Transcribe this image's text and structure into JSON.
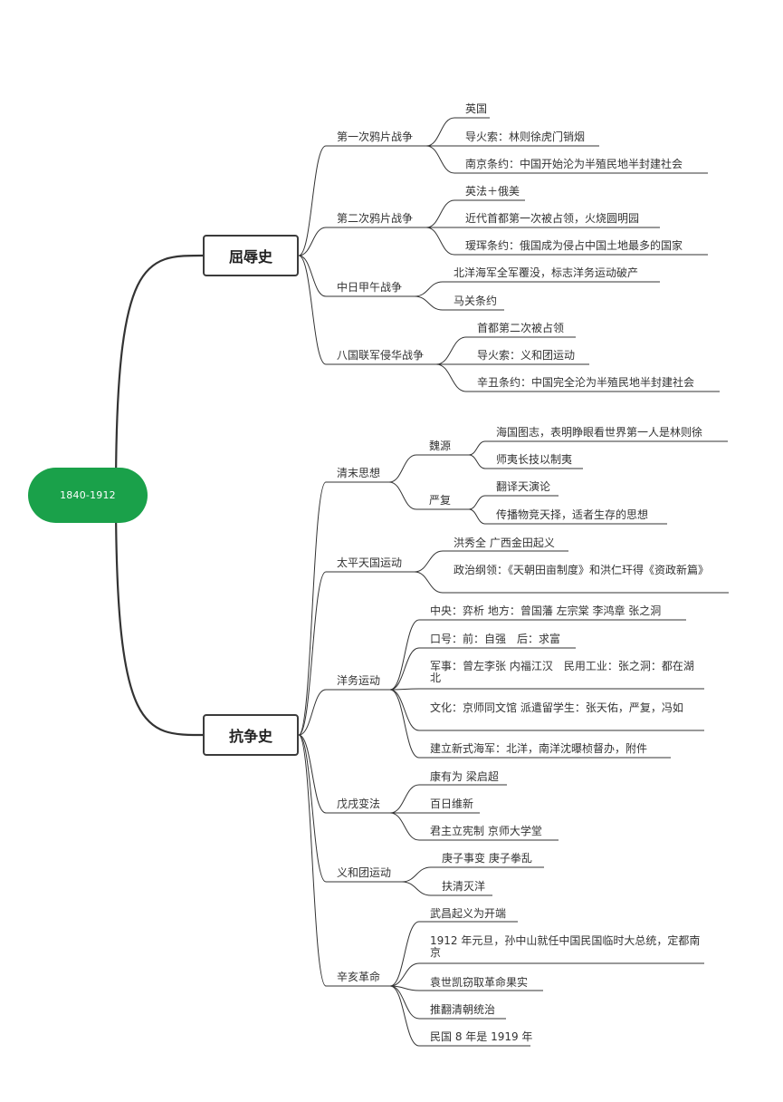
{
  "colors": {
    "root_fill": "#1aa14a",
    "line": "#333333",
    "main_border": "#3b3b3b"
  },
  "root": {
    "label": "1840-1912"
  },
  "branches": [
    {
      "label": "屈辱史",
      "children": [
        {
          "label": "第一次鸦片战争",
          "children": [
            {
              "label": "英国"
            },
            {
              "label": "导火索：林则徐虎门销烟"
            },
            {
              "label": "南京条约：中国开始沦为半殖民地半封建社会"
            }
          ]
        },
        {
          "label": "第二次鸦片战争",
          "children": [
            {
              "label": "英法＋俄美"
            },
            {
              "label": "近代首都第一次被占领，火烧圆明园"
            },
            {
              "label": "瑷珲条约：俄国成为侵占中国土地最多的国家"
            }
          ]
        },
        {
          "label": "中日甲午战争",
          "children": [
            {
              "label": "北洋海军全军覆没，标志洋务运动破产"
            },
            {
              "label": "马关条约"
            }
          ]
        },
        {
          "label": "八国联军侵华战争",
          "children": [
            {
              "label": "首都第二次被占领"
            },
            {
              "label": "导火索：义和团运动"
            },
            {
              "label": "辛丑条约：中国完全沦为半殖民地半封建社会"
            }
          ]
        }
      ]
    },
    {
      "label": "抗争史",
      "children": [
        {
          "label": "清末思想",
          "children": [
            {
              "label": "魏源",
              "children": [
                {
                  "label": "海国图志，表明睁眼看世界第一人是林则徐"
                },
                {
                  "label": "师夷长技以制夷"
                }
              ]
            },
            {
              "label": "严复",
              "children": [
                {
                  "label": "翻译天演论"
                },
                {
                  "label": "传播物竞天择，适者生存的思想"
                }
              ]
            }
          ]
        },
        {
          "label": "太平天国运动",
          "children": [
            {
              "label": "洪秀全 广西金田起义"
            },
            {
              "label": "政治纲领：《天朝田亩制度》和洪仁玕得《资政新篇》"
            }
          ]
        },
        {
          "label": "洋务运动",
          "children": [
            {
              "label": "中央：弈析 地方：曾国藩 左宗棠 李鸿章 张之洞"
            },
            {
              "label": "口号：前：自强　后：求富"
            },
            {
              "label": "军事：曾左李张  内福江汉　民用工业：张之洞：都在湖北"
            },
            {
              "label": "文化：京师同文馆 派遣留学生：张天佑，严复，冯如"
            },
            {
              "label": "建立新式海军：北洋，南洋沈曝桢督办，附件"
            }
          ]
        },
        {
          "label": "戊戌变法",
          "children": [
            {
              "label": "康有为 梁启超"
            },
            {
              "label": "百日维新"
            },
            {
              "label": "君主立宪制 京师大学堂"
            }
          ]
        },
        {
          "label": "义和团运动",
          "children": [
            {
              "label": "庚子事变 庚子拳乱"
            },
            {
              "label": "扶清灭洋"
            }
          ]
        },
        {
          "label": "辛亥革命",
          "children": [
            {
              "label": "武昌起义为开端"
            },
            {
              "label": "1912 年元旦，孙中山就任中国民国临时大总统，定都南京"
            },
            {
              "label": "袁世凯窃取革命果实"
            },
            {
              "label": "推翻清朝统治"
            },
            {
              "label": "民国 8 年是 1919 年"
            }
          ]
        }
      ]
    }
  ]
}
